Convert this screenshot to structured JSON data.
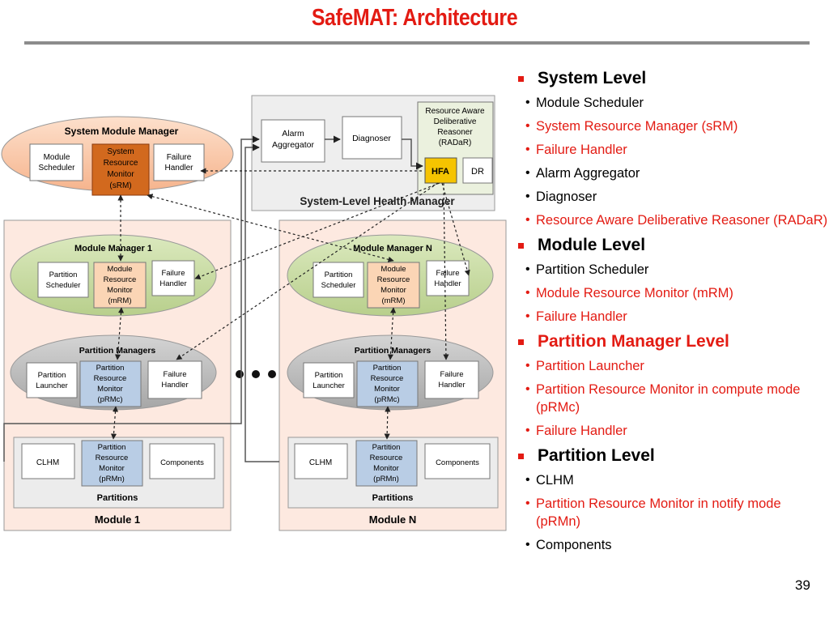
{
  "title": "SafeMAT: Architecture",
  "page_number": "39",
  "colors": {
    "title_red": "#e31b13",
    "text": "#000000",
    "hfa": "#f5c400",
    "srm": "#d2691e",
    "mrm": "#fbd5b5",
    "prm": "#b9cde5"
  },
  "levels": [
    {
      "label": "System Level",
      "color": "black",
      "items": [
        {
          "text": "Module Scheduler",
          "color": "black"
        },
        {
          "text": "System Resource Manager (sRM)",
          "color": "red"
        },
        {
          "text": "Failure Handler",
          "color": "red"
        },
        {
          "text": "Alarm Aggregator",
          "color": "black"
        },
        {
          "text": "Diagnoser",
          "color": "black"
        },
        {
          "text": "Resource Aware Deliberative Reasoner (RADaR)",
          "color": "red"
        }
      ]
    },
    {
      "label": "Module Level",
      "color": "black",
      "items": [
        {
          "text": "Partition Scheduler",
          "color": "black"
        },
        {
          "text": "Module Resource Monitor (mRM)",
          "color": "red"
        },
        {
          "text": "Failure Handler",
          "color": "red"
        }
      ]
    },
    {
      "label": "Partition Manager Level",
      "color": "red",
      "items": [
        {
          "text": "Partition Launcher",
          "color": "red"
        },
        {
          "text": "Partition Resource Monitor in compute mode (pRMc)",
          "color": "red"
        },
        {
          "text": "Failure Handler",
          "color": "red"
        }
      ]
    },
    {
      "label": "Partition Level",
      "color": "black",
      "items": [
        {
          "text": "CLHM",
          "color": "black"
        },
        {
          "text": "Partition Resource Monitor in notify mode (pRMn)",
          "color": "red"
        },
        {
          "text": "Components",
          "color": "black"
        }
      ]
    }
  ],
  "diagram": {
    "system_module_manager": {
      "title": "System Module Manager",
      "module_scheduler": [
        "Module",
        "Scheduler"
      ],
      "srm": [
        "System",
        "Resource",
        "Monitor",
        "(sRM)"
      ],
      "failure_handler": [
        "Failure",
        "Handler"
      ]
    },
    "health_manager": {
      "title": "System-Level Health Manager",
      "alarm_aggregator": [
        "Alarm",
        "Aggregator"
      ],
      "diagnoser": "Diagnoser",
      "radar": [
        "Resource Aware",
        "Deliberative",
        "Reasoner",
        "(RADaR)"
      ],
      "hfa": "HFA",
      "dr": "DR"
    },
    "modules": [
      {
        "footer": "Module 1",
        "module_manager": "Module Manager 1",
        "partition_managers": "Partition Managers",
        "partitions": "Partitions"
      },
      {
        "footer": "Module N",
        "module_manager": "Module Manager N",
        "partition_managers": "Partition Managers",
        "partitions": "Partitions"
      }
    ],
    "partition_scheduler": [
      "Partition",
      "Scheduler"
    ],
    "mrm": [
      "Module",
      "Resource",
      "Monitor",
      "(mRM)"
    ],
    "failure_handler": [
      "Failure",
      "Handler"
    ],
    "partition_launcher": [
      "Partition",
      "Launcher"
    ],
    "prmc": [
      "Partition",
      "Resource",
      "Monitor",
      "(pRMc)"
    ],
    "clhm": "CLHM",
    "prmn": [
      "Partition",
      "Resource",
      "Monitor",
      "(pRMn)"
    ],
    "components": "Components"
  }
}
